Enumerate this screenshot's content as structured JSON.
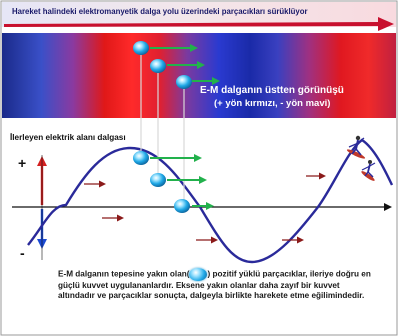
{
  "header": {
    "banner_text": "Hareket halindeki elektromanyetik dalga yolu üzerindeki parçacıkları sürüklüyor"
  },
  "top_view": {
    "title": "E-M dalganın üstten görünüşü",
    "subtitle": "(+ yön kırmızı, - yön mavi)"
  },
  "side_view": {
    "wave_label": "İlerleyen elektrik alanı dalgası",
    "plus_label": "+",
    "minus_label": "-"
  },
  "caption": {
    "part1": "E-M dalganın tepesine yakın olan(",
    "part2": ") pozitif yüklü parçacıklar, ileriye doğru en güçlü kuvvet uygulananlardır.  Eksene yakın olanlar daha zayıf bir kuvvet altındadır ve parçacıklar sonuçta, dalgeyla birlikte harekete etme eğilimindedir."
  },
  "colors": {
    "banner_arrow": "#c8102e",
    "wave_line": "#2a2a9a",
    "force_arrow_green": "#22b14c",
    "force_arrow_red": "#8b1a1a",
    "ball": "#1fa8e6",
    "axis_plus": "#d42020",
    "axis_minus": "#1a4ad4"
  }
}
